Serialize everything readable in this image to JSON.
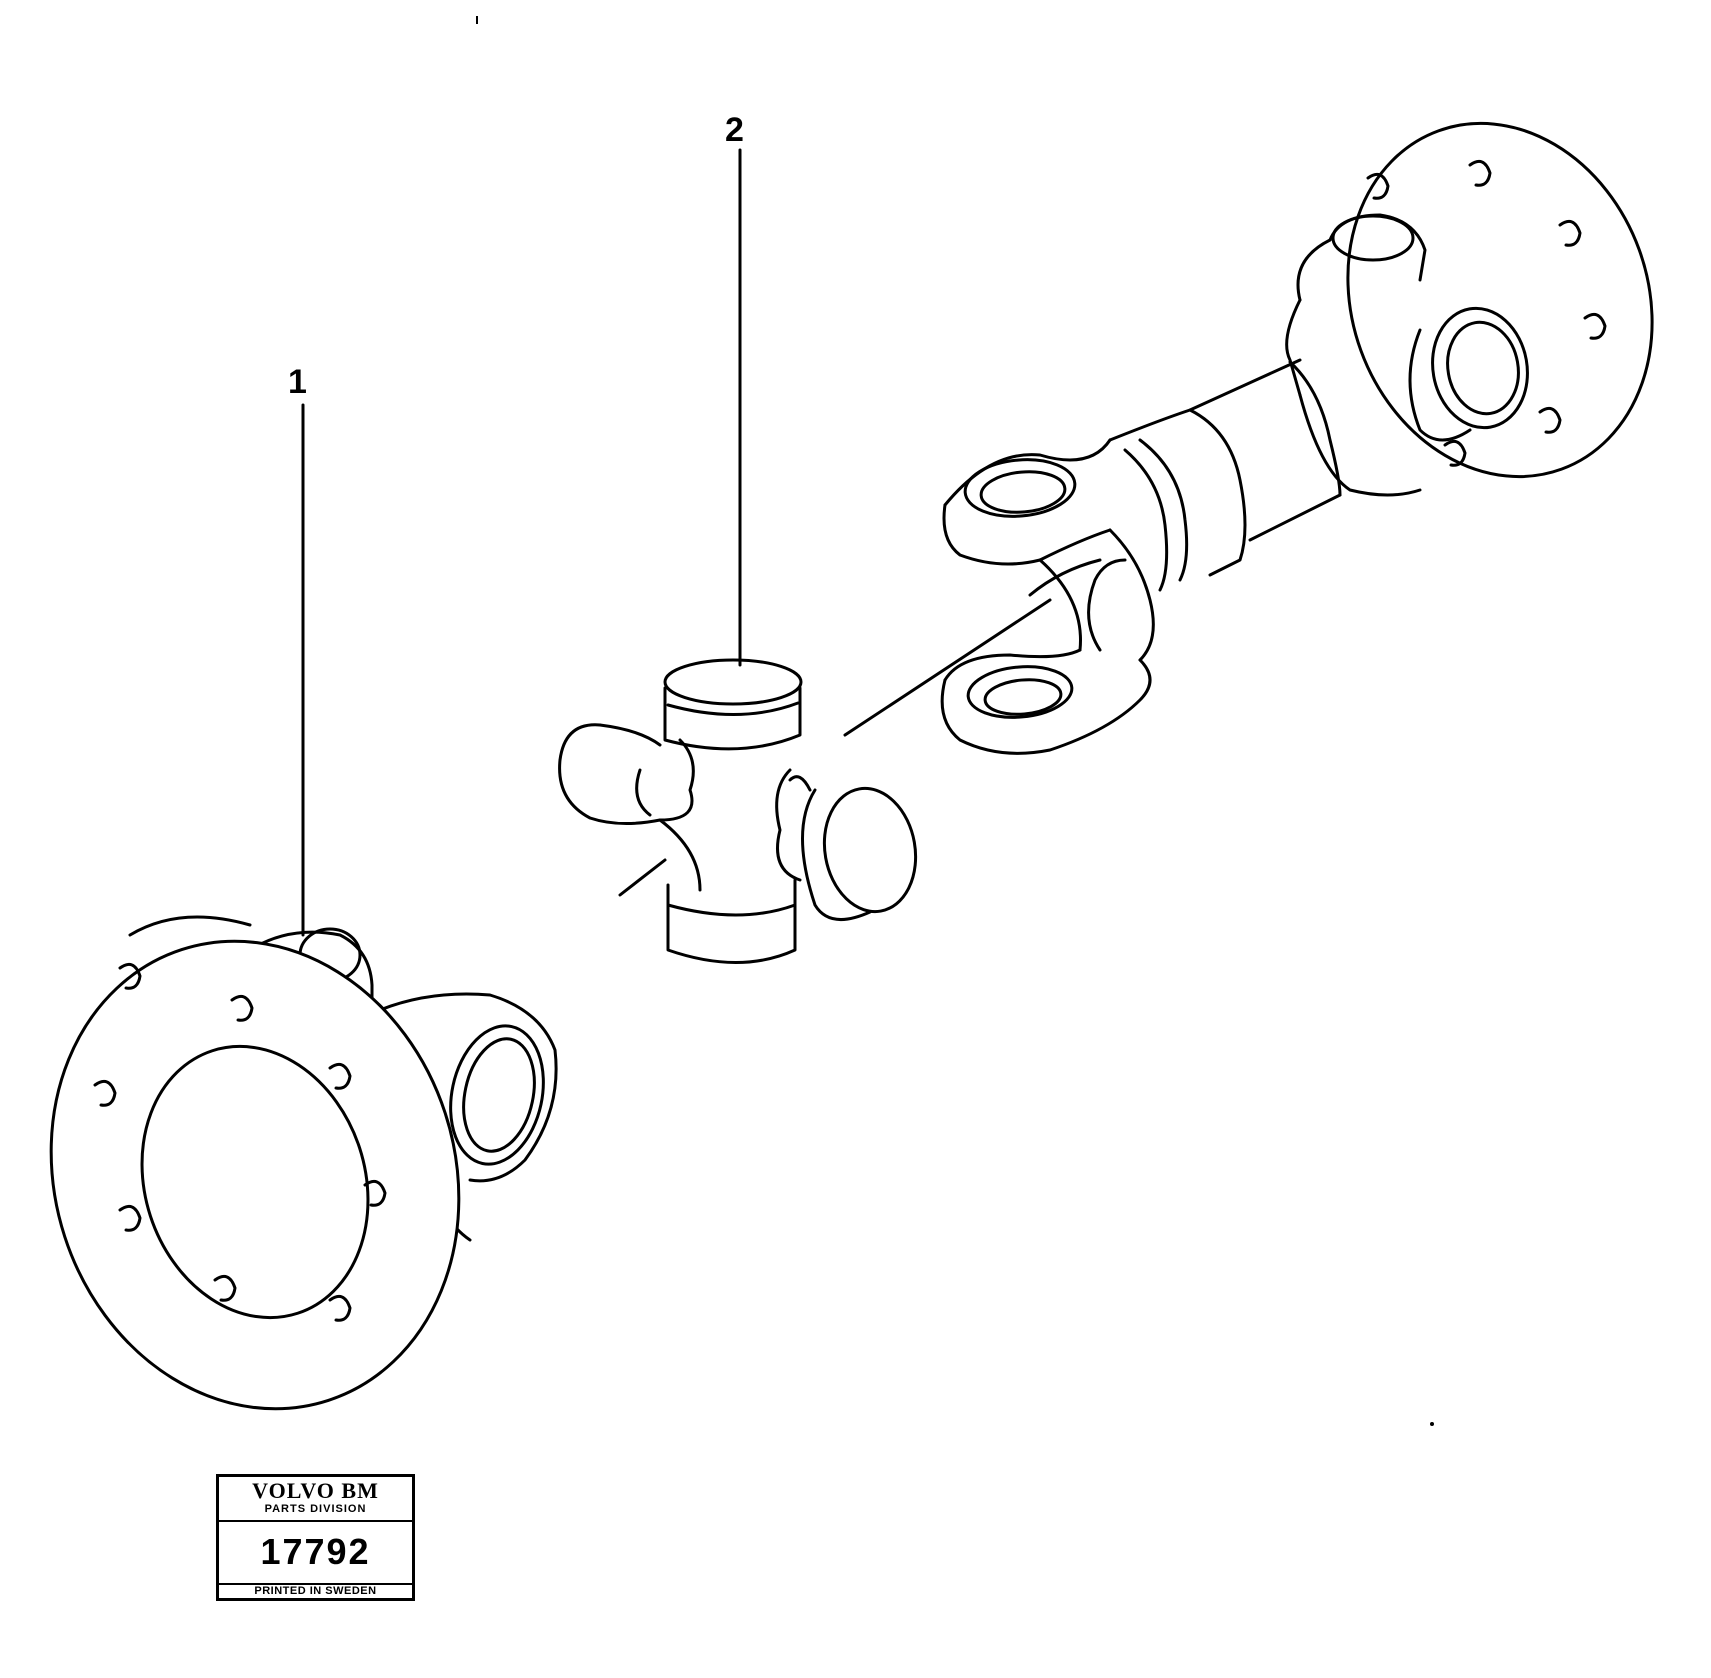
{
  "callouts": [
    {
      "label": "1"
    },
    {
      "label": "2"
    }
  ],
  "stamp": {
    "brand": "VOLVO BM",
    "division": "PARTS DIVISION",
    "number": "17792",
    "printed": "PRINTED IN SWEDEN"
  },
  "colors": {
    "ink": "#000000",
    "paper": "#ffffff"
  }
}
